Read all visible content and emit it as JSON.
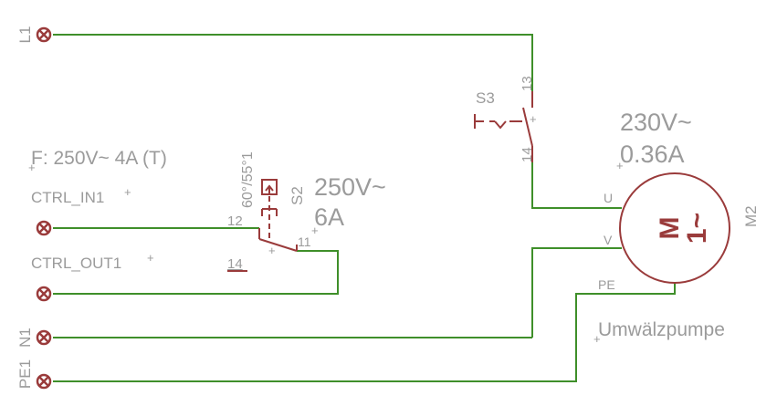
{
  "colors": {
    "wire": "#3f8f2a",
    "symbol": "#9a3b3b",
    "text": "#9b9b9b",
    "background": "#ffffff"
  },
  "terminals": {
    "l1": "L1",
    "ctrl_in": "CTRL_IN1",
    "ctrl_out": "CTRL_OUT1",
    "n1": "N1",
    "pe1": "PE1"
  },
  "fuse": {
    "label": "F: 250V~ 4A (T)"
  },
  "thermostat": {
    "name": "S2",
    "temp": "60°/55°1",
    "pin_12": "12",
    "pin_11": "11",
    "pin_14": "14",
    "rating_voltage": "250V~",
    "rating_current": "6A"
  },
  "switch": {
    "name": "S3",
    "pin_13": "13",
    "pin_14": "14"
  },
  "motor": {
    "name": "M2",
    "voltage": "230V~",
    "current": "0.36A",
    "pin_u": "U",
    "pin_v": "V",
    "pin_pe": "PE",
    "symbol_m": "M",
    "symbol_phase": "1~",
    "caption": "Umwälzpumpe"
  }
}
